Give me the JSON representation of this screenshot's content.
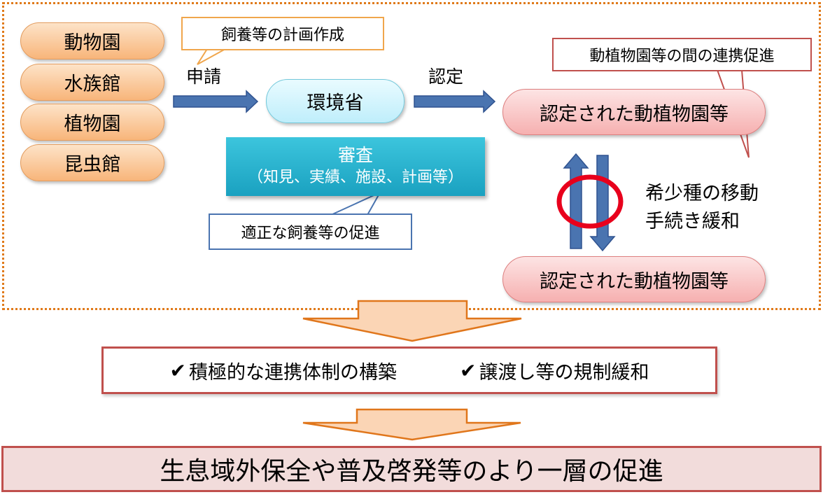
{
  "facilities": [
    "動物園",
    "水族館",
    "植物園",
    "昆虫館"
  ],
  "callouts": {
    "plan": "飼養等の計画作成",
    "cooperation": "動植物園等の間の連携促進",
    "proper_care": "適正な飼養等の促進"
  },
  "arrows": {
    "apply": "申請",
    "certify": "認定"
  },
  "ministry": "環境省",
  "review": {
    "title": "審査",
    "criteria": "（知見、実績、施設、計画等）"
  },
  "certified_top": "認定された動植物園等",
  "certified_bottom": "認定された動植物園等",
  "relaxation": {
    "line1": "希少種の移動",
    "line2": "手続き緩和"
  },
  "results": {
    "item1": "積極的な連携体制の構築",
    "item2": "譲渡し等の規制緩和"
  },
  "final": "生息域外保全や普及啓発等のより一層の促進",
  "colors": {
    "frame": "#e07a1a",
    "arrow_blue": "#4a74b0",
    "box_red": "#c0504d",
    "final_bg": "#f2dcdb",
    "review_bg": "#1aa1c0",
    "circle": "#e8001c"
  }
}
